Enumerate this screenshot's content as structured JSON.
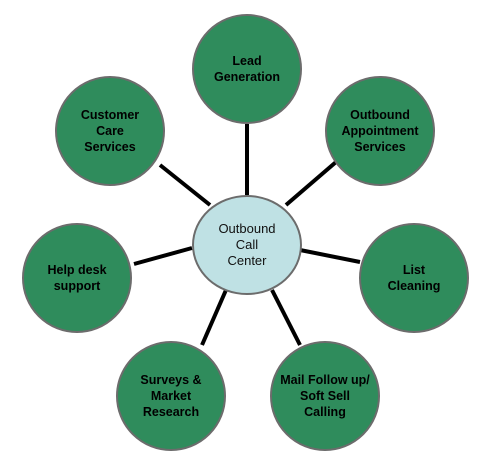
{
  "diagram": {
    "center": {
      "label": "Outbound\nCall\nCenter"
    },
    "nodes": [
      {
        "id": "lead-generation",
        "label": "Lead\nGeneration"
      },
      {
        "id": "outbound-appointment-services",
        "label": "Outbound\nAppointment\nServices"
      },
      {
        "id": "list-cleaning",
        "label": "List\nCleaning"
      },
      {
        "id": "mail-follow-up",
        "label": "Mail Follow up/\nSoft  Sell Calling"
      },
      {
        "id": "surveys-market-research",
        "label": "Surveys &\nMarket\nResearch"
      },
      {
        "id": "help-desk-support",
        "label": "Help desk\nsupport"
      },
      {
        "id": "customer-care-services",
        "label": "Customer\nCare\nServices"
      }
    ],
    "colors": {
      "outer_fill": "#2f8c5c",
      "center_fill": "#bfe1e4",
      "connector": "#000000",
      "border": "#6c6c6c"
    }
  }
}
